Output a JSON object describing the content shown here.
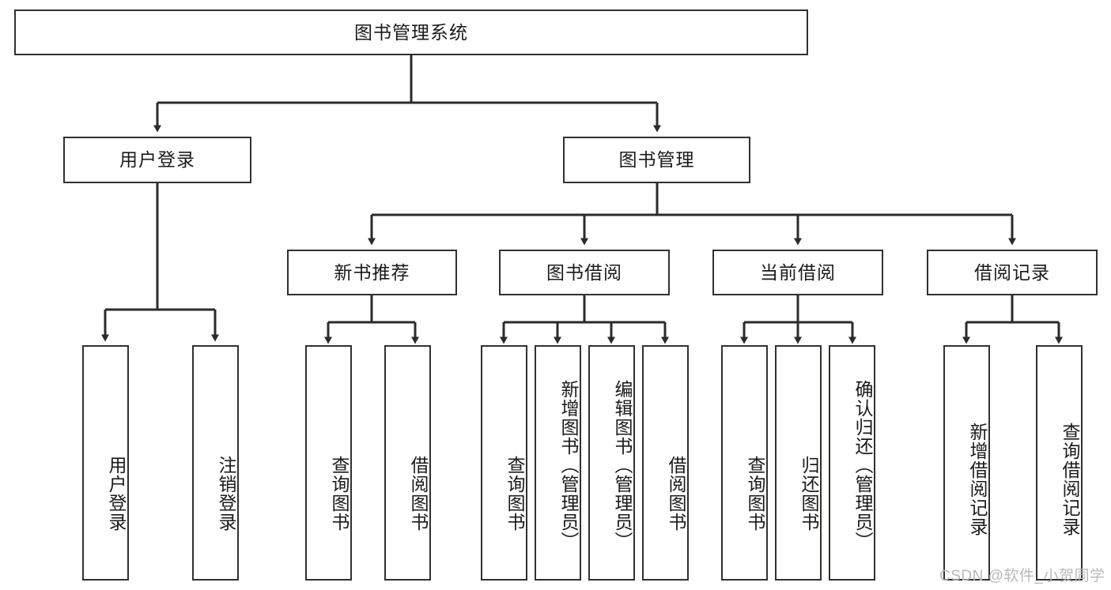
{
  "diagram": {
    "type": "tree",
    "title": "图书管理系统",
    "watermark": "CSDN @软件_小贺同学",
    "colors": {
      "background": "#ffffff",
      "box_border": "#33302e",
      "box_fill": "#ffffff",
      "edge": "#2b2b2b",
      "text": "#1a1a1a",
      "watermark": "#b9b9b9"
    },
    "levels": {
      "root": "图书管理系统",
      "level2": [
        "用户登录",
        "图书管理"
      ],
      "level3": [
        "新书推荐",
        "图书借阅",
        "当前借阅",
        "借阅记录"
      ],
      "level4": [
        "用户登录",
        "注销登录",
        "查询图书",
        "借阅图书",
        "查询图书",
        "新增图书（管理员）",
        "编辑图书（管理员）",
        "借阅图书",
        "查询图书",
        "归还图书",
        "确认归还（管理员）",
        "新增借阅记录",
        "查询借阅记录"
      ]
    },
    "nodes": {
      "root": {
        "label": "图书管理系统"
      },
      "user_login": {
        "label": "用户登录"
      },
      "book_mgmt": {
        "label": "图书管理"
      },
      "new_book_rec": {
        "label": "新书推荐"
      },
      "book_borrow": {
        "label": "图书借阅"
      },
      "current_borrow": {
        "label": "当前借阅"
      },
      "borrow_record": {
        "label": "借阅记录"
      },
      "leaf_user_login": {
        "label": "用户登录"
      },
      "leaf_logout": {
        "label": "注销登录"
      },
      "leaf_query_book_1": {
        "label": "查询图书"
      },
      "leaf_borrow_book_1": {
        "label": "借阅图书"
      },
      "leaf_query_book_2": {
        "label": "查询图书"
      },
      "leaf_add_book": {
        "label": "新增图书（管理员）"
      },
      "leaf_edit_book": {
        "label": "编辑图书（管理员）"
      },
      "leaf_borrow_book_2": {
        "label": "借阅图书"
      },
      "leaf_query_book_3": {
        "label": "查询图书"
      },
      "leaf_return_book": {
        "label": "归还图书"
      },
      "leaf_confirm_return": {
        "label": "确认归还（管理员）"
      },
      "leaf_add_record": {
        "label": "新增借阅记录"
      },
      "leaf_query_record": {
        "label": "查询借阅记录"
      }
    },
    "edges": [
      {
        "from": "root",
        "to": "user_login"
      },
      {
        "from": "root",
        "to": "book_mgmt"
      },
      {
        "from": "user_login",
        "to": "leaf_user_login"
      },
      {
        "from": "user_login",
        "to": "leaf_logout"
      },
      {
        "from": "book_mgmt",
        "to": "new_book_rec"
      },
      {
        "from": "book_mgmt",
        "to": "book_borrow"
      },
      {
        "from": "book_mgmt",
        "to": "current_borrow"
      },
      {
        "from": "book_mgmt",
        "to": "borrow_record"
      },
      {
        "from": "new_book_rec",
        "to": "leaf_query_book_1"
      },
      {
        "from": "new_book_rec",
        "to": "leaf_borrow_book_1"
      },
      {
        "from": "book_borrow",
        "to": "leaf_query_book_2"
      },
      {
        "from": "book_borrow",
        "to": "leaf_add_book"
      },
      {
        "from": "book_borrow",
        "to": "leaf_edit_book"
      },
      {
        "from": "book_borrow",
        "to": "leaf_borrow_book_2"
      },
      {
        "from": "current_borrow",
        "to": "leaf_query_book_3"
      },
      {
        "from": "current_borrow",
        "to": "leaf_return_book"
      },
      {
        "from": "current_borrow",
        "to": "leaf_confirm_return"
      },
      {
        "from": "borrow_record",
        "to": "leaf_add_record"
      },
      {
        "from": "borrow_record",
        "to": "leaf_query_record"
      }
    ]
  }
}
